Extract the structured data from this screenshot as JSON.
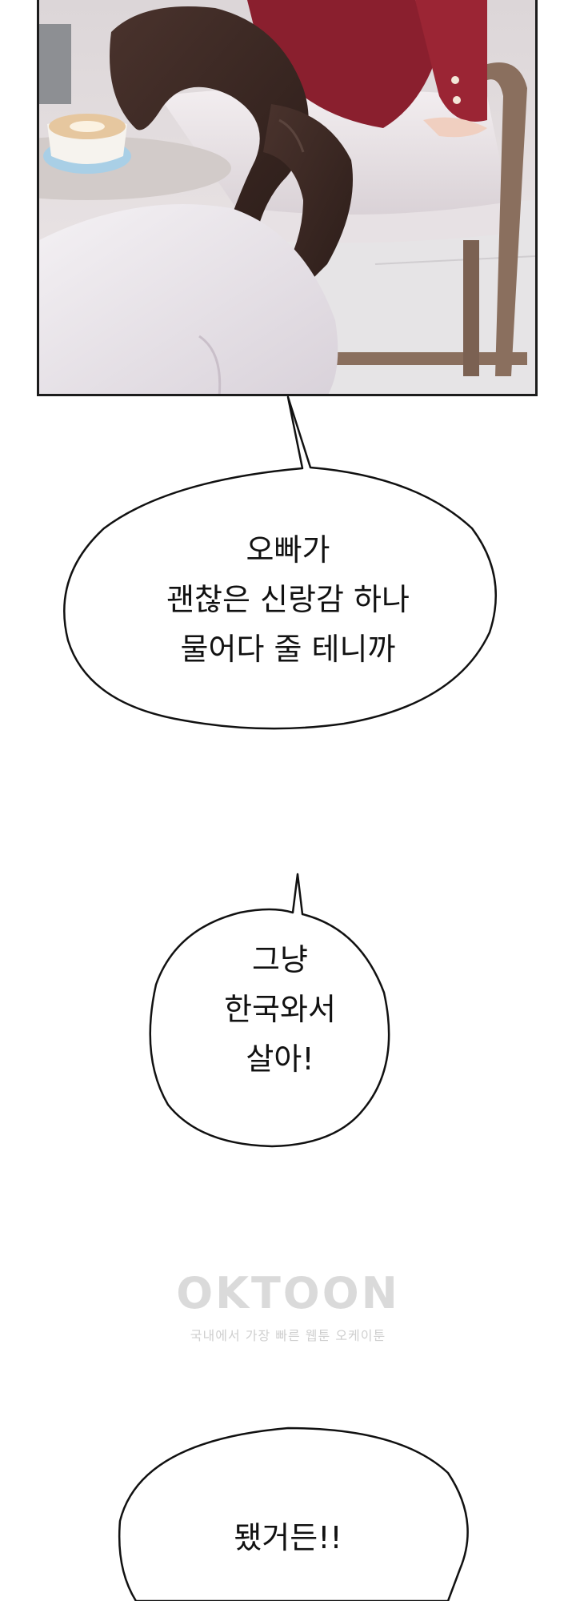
{
  "bubbles": [
    {
      "lines": [
        "오빠가",
        "괜찮은 신랑감 하나",
        "물어다 줄 테니까"
      ]
    },
    {
      "lines": [
        "그냥",
        "한국와서",
        "살아!"
      ]
    },
    {
      "lines": [
        "됐거든!!"
      ]
    }
  ],
  "watermark": {
    "logo": "OKTOON",
    "tagline": "국내에서 가장 빠른 웹툰 오케이툰"
  },
  "colors": {
    "ink": "#111111",
    "watermark": "#dadada",
    "skirt": "#8a1f2e",
    "stockings": "#3a2722"
  }
}
